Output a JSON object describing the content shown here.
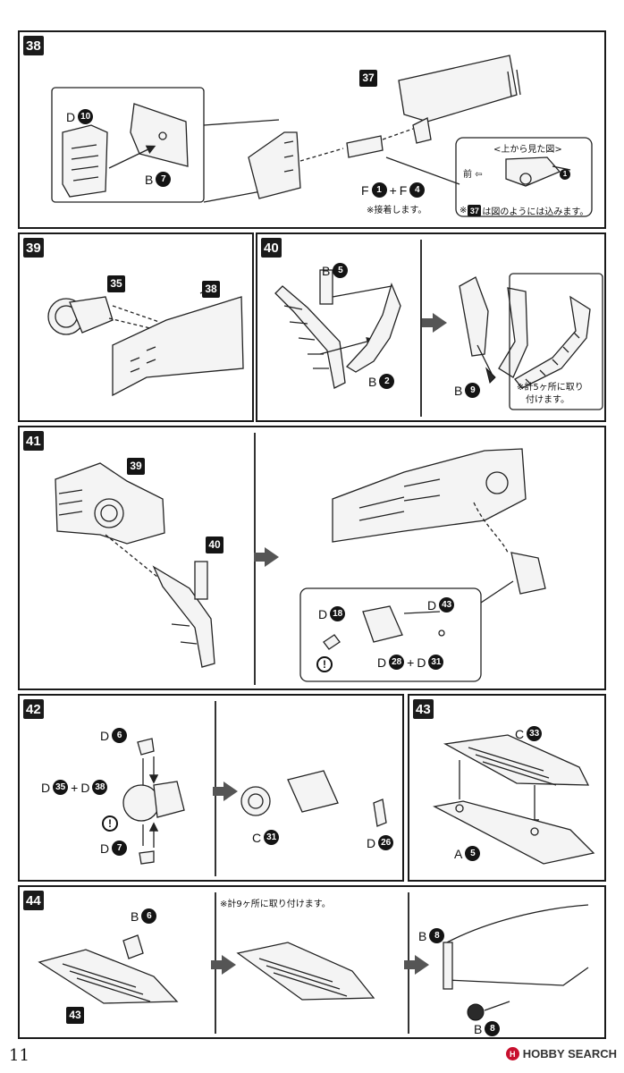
{
  "page_number": "11",
  "watermark": {
    "brand": "HOBBY SEARCH",
    "mark": "H",
    "registered": "®"
  },
  "steps": {
    "s38": {
      "num": "38",
      "ref37": "37",
      "parts": {
        "d10_letter": "D",
        "d10_num": "10",
        "b7_letter": "B",
        "b7_num": "7",
        "f1_letter": "F",
        "f1_num": "1",
        "plus": "+",
        "f4_letter": "F",
        "f4_num": "4"
      },
      "glue_note": "※接着します。",
      "detail_title": "<上から見た図>",
      "detail_front": "前",
      "detail_num": "1",
      "detail_note_pre": "※",
      "detail_note_ref": "37",
      "detail_note_post": "は図のようには込みます。"
    },
    "s39": {
      "num": "39",
      "ref35": "35",
      "ref38": "38"
    },
    "s40": {
      "num": "40",
      "parts": {
        "b5_letter": "B",
        "b5_num": "5",
        "b2_letter": "B",
        "b2_num": "2",
        "b9_letter": "B",
        "b9_num": "9"
      },
      "note_line1": "※計5ヶ所に取り",
      "note_line2": "付けます。"
    },
    "s41": {
      "num": "41",
      "ref39": "39",
      "ref40": "40",
      "parts": {
        "d18_letter": "D",
        "d18_num": "18",
        "d43_letter": "D",
        "d43_num": "43",
        "d28_letter": "D",
        "d28_num": "28",
        "plus": "+",
        "d31_letter": "D",
        "d31_num": "31"
      },
      "caution": "!"
    },
    "s42": {
      "num": "42",
      "parts": {
        "d6_letter": "D",
        "d6_num": "6",
        "d35_letter": "D",
        "d35_num": "35",
        "plus": "+",
        "d38_letter": "D",
        "d38_num": "38",
        "d7_letter": "D",
        "d7_num": "7",
        "c31_letter": "C",
        "c31_num": "31",
        "d26_letter": "D",
        "d26_num": "26"
      },
      "caution": "!"
    },
    "s43": {
      "num": "43",
      "parts": {
        "c33_letter": "C",
        "c33_num": "33",
        "a5_letter": "A",
        "a5_num": "5"
      }
    },
    "s44": {
      "num": "44",
      "ref43": "43",
      "note": "※計9ヶ所に取り付けます。",
      "parts": {
        "b6_letter": "B",
        "b6_num": "6",
        "b8a_letter": "B",
        "b8a_num": "8",
        "b8b_letter": "B",
        "b8b_num": "8"
      }
    }
  }
}
